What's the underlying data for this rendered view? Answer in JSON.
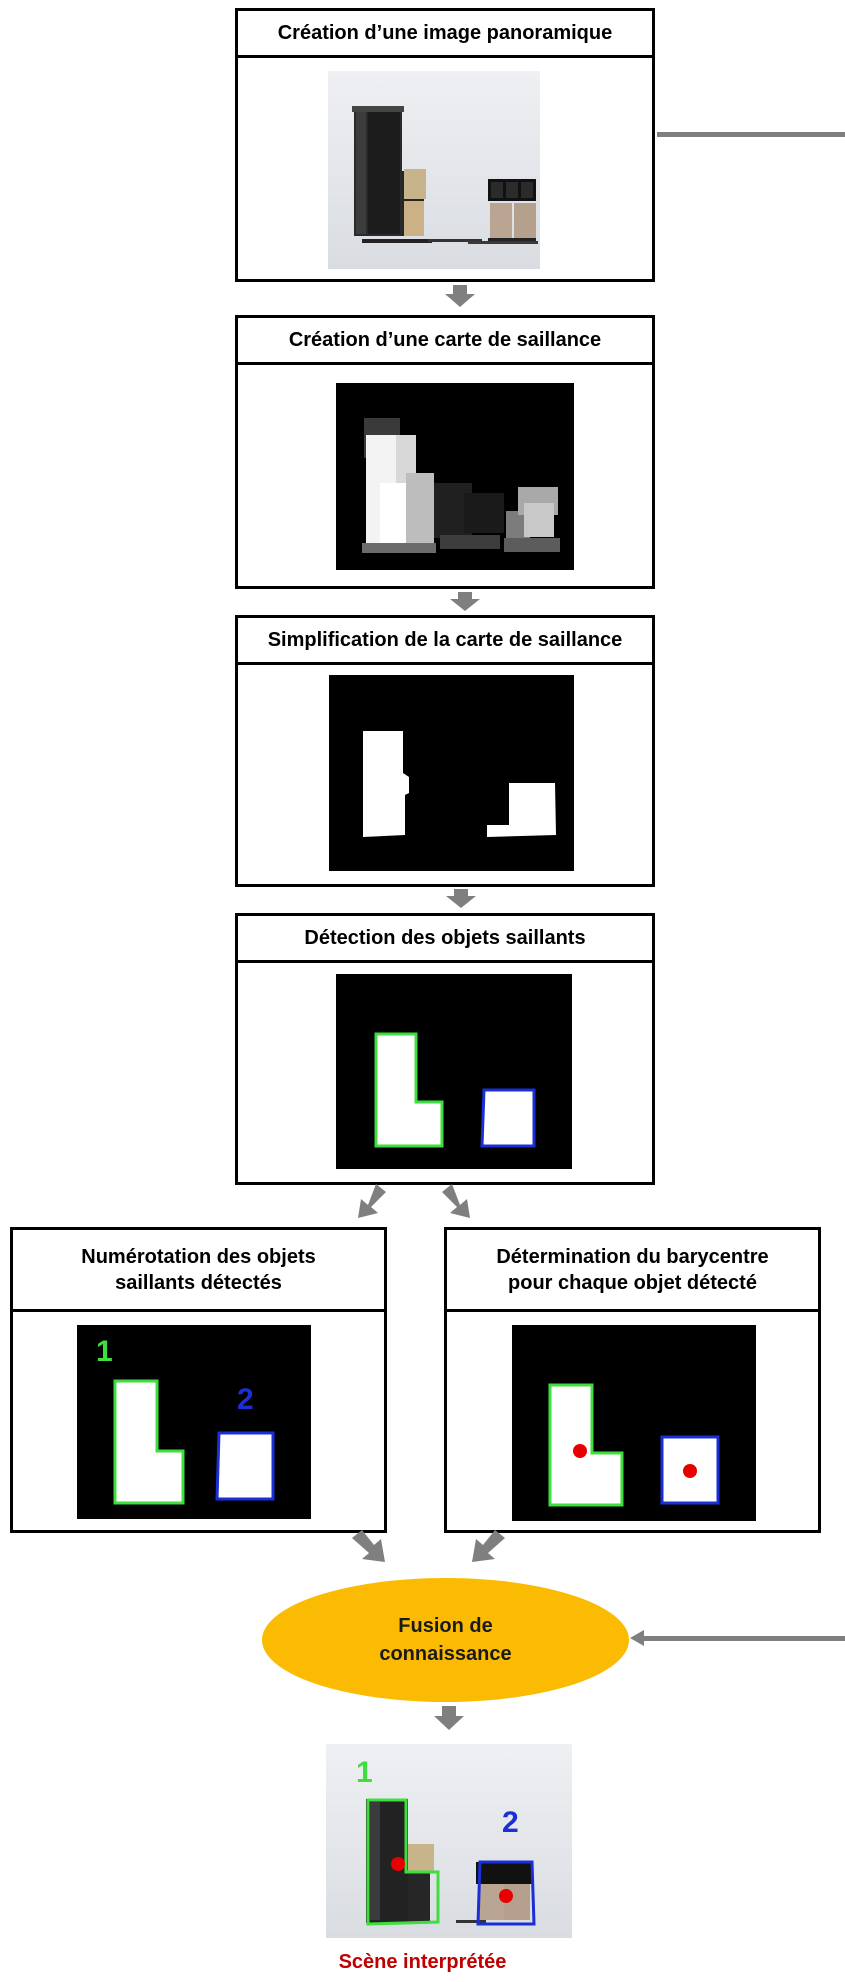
{
  "steps": {
    "panorama": "Création d’une image panoramique",
    "saliency_map": "Création d’une carte de saillance",
    "simplification": "Simplification de la carte de saillance",
    "detection": "Détection des objets saillants",
    "numbering": "Numérotation des objets\nsaillants détectés",
    "barycenter": "Détermination du barycentre\npour chaque objet détecté"
  },
  "fusion": "Fusion de\nconnaissance",
  "result_caption": "Scène interprétée",
  "object_labels": [
    "1",
    "2"
  ],
  "colors": {
    "object1_outline": "#3dde3d",
    "object2_outline": "#1a2fd6",
    "barycenter_dot": "#e80000",
    "fusion_fill": "#fbbb02",
    "arrow": "#7f7f7f",
    "caption": "#c00000"
  }
}
